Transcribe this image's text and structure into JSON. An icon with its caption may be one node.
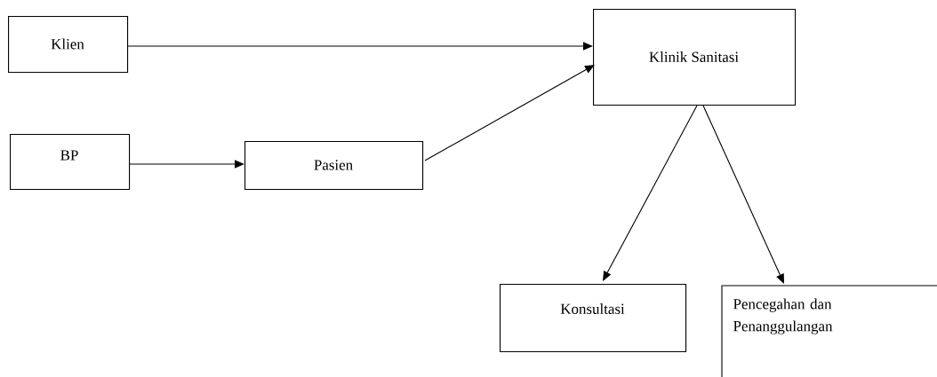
{
  "diagram": {
    "nodes": [
      {
        "text": [
          "Klien"
        ]
      },
      {
        "text": [
          "Klinik Sanitasi"
        ]
      },
      {
        "text": [
          "BP"
        ]
      },
      {
        "text": [
          "Pasien"
        ]
      },
      {
        "text": [
          "Konsultasi"
        ]
      },
      {
        "text": [
          "Pencegahan dan Penanggulangan"
        ]
      }
    ],
    "edges": [
      {
        "from": 0,
        "to": 1,
        "arrow": "to"
      },
      {
        "from": 2,
        "to": 3,
        "arrow": "to"
      },
      {
        "from": 3,
        "to": 1,
        "arrow": "to"
      },
      {
        "from": 1,
        "to": 4,
        "arrow": "to"
      },
      {
        "from": 1,
        "to": 5,
        "arrow": "to"
      }
    ]
  }
}
